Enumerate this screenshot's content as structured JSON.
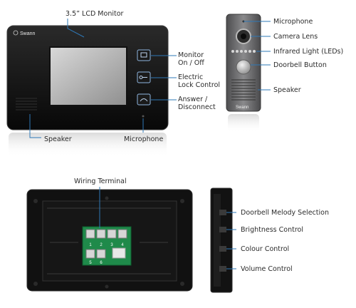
{
  "brand": "Swann",
  "labels": {
    "lcd_monitor": "3.5” LCD Monitor",
    "monitor_on_off": "Monitor\nOn / Off",
    "electric_lock": "Electric\nLock Control",
    "answer_disconnect": "Answer /\nDisconnect",
    "speaker_monitor": "Speaker",
    "microphone_monitor": "Microphone",
    "microphone_camera": "Microphone",
    "camera_lens": "Camera Lens",
    "infrared_light": "Infrared Light (LEDs)",
    "doorbell_button": "Doorbell Button",
    "speaker_camera": "Speaker",
    "wiring_terminal": "Wiring Terminal",
    "doorbell_melody": "Doorbell Melody Selection",
    "brightness": "Brightness Control",
    "colour": "Colour Control",
    "volume": "Volume Control"
  },
  "terminal_numbers": [
    "1",
    "2",
    "3",
    "4",
    "5",
    "6"
  ],
  "colors": {
    "callout_line": "#2e78b7",
    "monitor_body": "#141414",
    "camera_body": "#6e6e70",
    "terminal_board": "#1f8a4a"
  }
}
